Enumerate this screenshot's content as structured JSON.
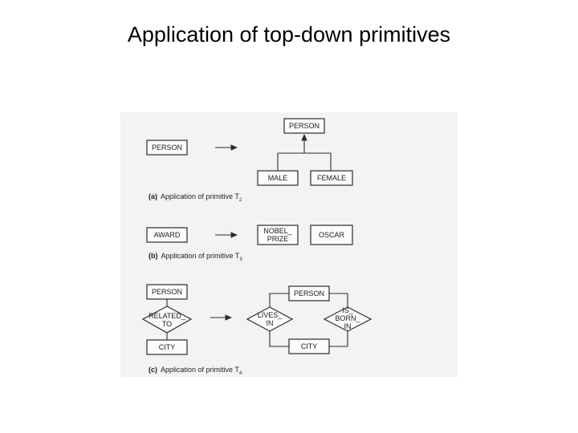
{
  "title": "Application of top-down primitives",
  "figure": {
    "part_a": {
      "before": "PERSON",
      "after": {
        "parent": "PERSON",
        "child1": "MALE",
        "child2": "FEMALE"
      },
      "caption": {
        "label": "(a)",
        "text": "Application of primitive T",
        "sub": "2"
      }
    },
    "part_b": {
      "before": "AWARD",
      "after": {
        "entity1_line1": "NOBEL_",
        "entity1_line2": "PRIZE",
        "entity2": "OSCAR"
      },
      "caption": {
        "label": "(b)",
        "text": "Application of primitive T",
        "sub": "3"
      }
    },
    "part_c": {
      "before": {
        "entity_top": "PERSON",
        "rel_line1": "RELATED_",
        "rel_line2": "TO",
        "entity_bottom": "CITY"
      },
      "after": {
        "entity_top": "PERSON",
        "rel1_line1": "LIVES_",
        "rel1_line2": "IN",
        "rel2_line1": "IS_",
        "rel2_line2": "BORN_",
        "rel2_line3": "IN",
        "entity_bottom": "CITY"
      },
      "caption": {
        "label": "(c)",
        "text": "Application of primitive T",
        "sub": "4"
      }
    }
  }
}
